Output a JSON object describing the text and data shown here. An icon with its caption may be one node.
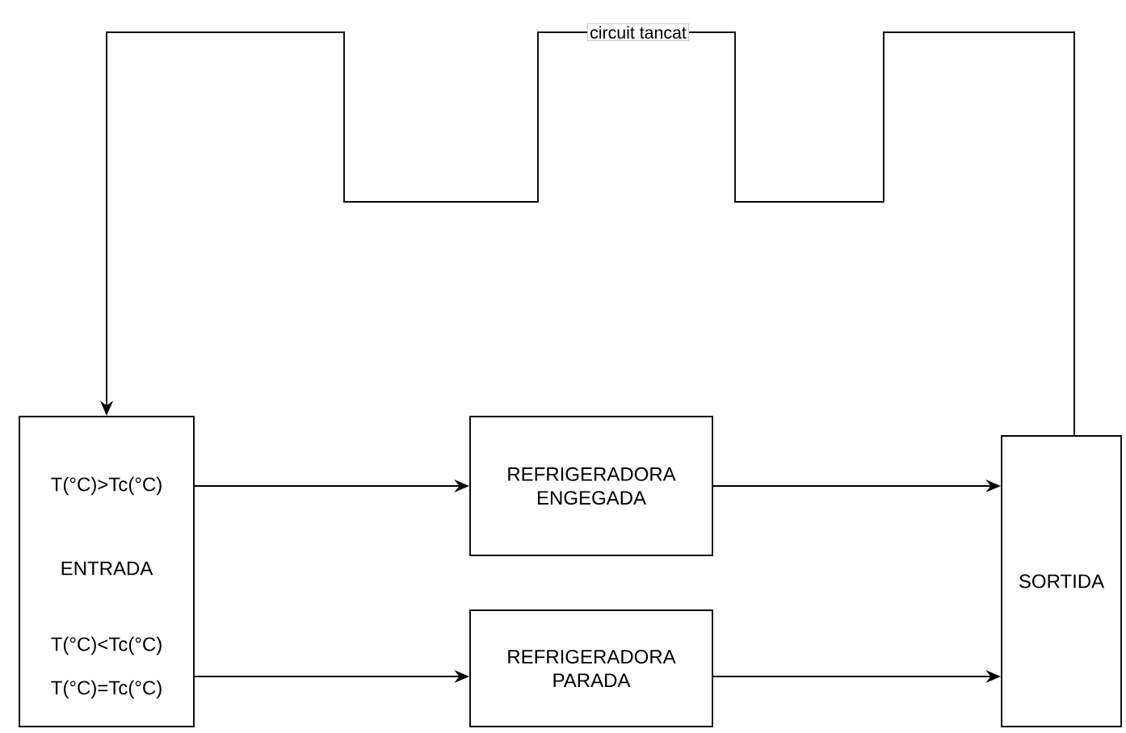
{
  "diagram": {
    "nodes": [
      {
        "text": [
          "T(°C)>Tc(°C)",
          "ENTRADA",
          "T(°C)<Tc(°C)",
          "T(°C)=Tc(°C)"
        ]
      },
      {
        "text": [
          "REFRIGERADORA ENGEGADA"
        ]
      },
      {
        "text": [
          "REFRIGERADORA PARADA"
        ]
      },
      {
        "text": [
          "SORTIDA"
        ]
      }
    ],
    "edges": [
      {
        "from": 0,
        "to": 1,
        "arrow": "to"
      },
      {
        "from": 0,
        "to": 2,
        "arrow": "to"
      },
      {
        "from": 1,
        "to": 3,
        "arrow": "to"
      },
      {
        "from": 2,
        "to": 3,
        "arrow": "to"
      },
      {
        "from": 3,
        "to": 0,
        "arrow": "to",
        "label": "circuit tancat"
      }
    ]
  }
}
